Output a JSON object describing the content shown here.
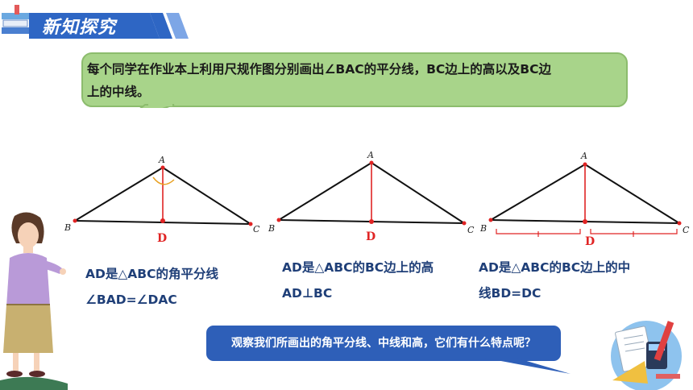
{
  "header": {
    "title": "新知探究"
  },
  "prompt": {
    "line1": "每个同学在作业本上利用尺规作图分别画出∠BAC的平分线，BC边上的高以及BC边",
    "line2": "上的中线。"
  },
  "figures": [
    {
      "vertex_labels": [
        "A",
        "B",
        "C"
      ],
      "foot_label": "D",
      "caption_line1": "AD是△ABC的角平分线",
      "caption_line2": "∠BAD=∠DAC"
    },
    {
      "vertex_labels": [
        "A",
        "B",
        "C"
      ],
      "foot_label": "D",
      "caption_line1": "AD是△ABC的BC边上的高",
      "caption_line2": "AD⊥BC"
    },
    {
      "vertex_labels": [
        "A",
        "B",
        "C"
      ],
      "foot_label": "D",
      "caption_line1": "AD是△ABC的BC边上的中",
      "caption_line2": "线BD=DC"
    }
  ],
  "question": {
    "text": "观察我们所画出的角平分线、中线和高，它们有什么特点呢？"
  },
  "colors": {
    "banner": "#2e66c4",
    "bubble": "#a8d48a",
    "accent_red": "#e02424",
    "question_box": "#2e5fb8"
  },
  "icons": [
    "book-stack-icon",
    "teacher-illustration",
    "math-tools-icon"
  ]
}
